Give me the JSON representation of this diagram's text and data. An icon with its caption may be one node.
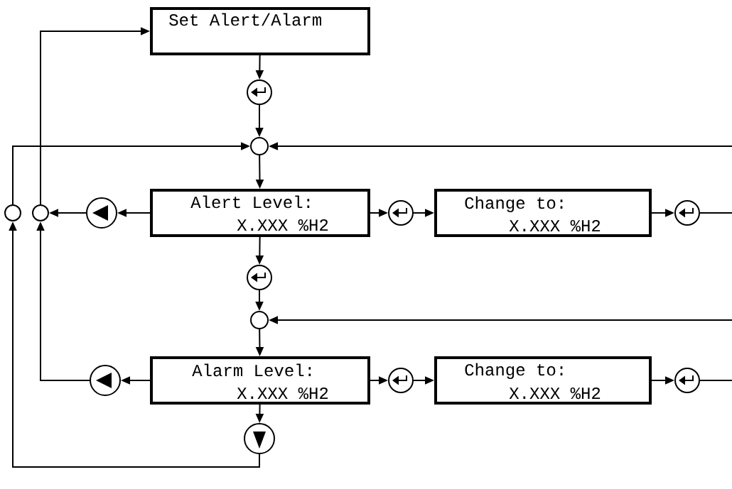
{
  "diagram": {
    "nodes": [
      {
        "text": [
          "Set Alert/Alarm"
        ]
      },
      {
        "text": [],
        "shape": "button"
      },
      {
        "text": [],
        "shape": "circle"
      },
      {
        "text": [
          "Alert Level:",
          "X.XXX %H2"
        ]
      },
      {
        "text": [],
        "shape": "button"
      },
      {
        "text": [],
        "shape": "circle"
      },
      {
        "text": [],
        "shape": "circle"
      },
      {
        "text": [],
        "shape": "button"
      },
      {
        "text": [],
        "shape": "circle"
      },
      {
        "text": [
          "Alarm Level:",
          "X.XXX %H2"
        ]
      },
      {
        "text": [],
        "shape": "button"
      },
      {
        "text": [],
        "shape": "button"
      },
      {
        "text": [],
        "shape": "button"
      },
      {
        "text": [
          "Change to:",
          "X.XXX %H2"
        ]
      },
      {
        "text": [],
        "shape": "button"
      },
      {
        "text": [],
        "shape": "button"
      },
      {
        "text": [
          "Change to:",
          "X.XXX %H2"
        ]
      },
      {
        "text": [],
        "shape": "button"
      }
    ],
    "edges": [
      {
        "from": 0,
        "to": 1,
        "arrow": "to"
      },
      {
        "from": 1,
        "to": 2,
        "arrow": "to"
      },
      {
        "from": 2,
        "to": 3,
        "arrow": "to"
      },
      {
        "from": 3,
        "to": 4,
        "arrow": "to"
      },
      {
        "from": 4,
        "to": 5,
        "arrow": "to"
      },
      {
        "from": 5,
        "to": 0,
        "arrow": "to"
      },
      {
        "from": 6,
        "to": 2,
        "arrow": "to"
      },
      {
        "from": 3,
        "to": 12,
        "arrow": "to"
      },
      {
        "from": 12,
        "to": 13,
        "arrow": "to"
      },
      {
        "from": 13,
        "to": 14,
        "arrow": "to"
      },
      {
        "from": 14,
        "to": null,
        "arrow": "none"
      },
      {
        "from": null,
        "to": 2,
        "arrow": "to"
      },
      {
        "from": 3,
        "to": 7,
        "arrow": "to"
      },
      {
        "from": 7,
        "to": 8,
        "arrow": "to"
      },
      {
        "from": 8,
        "to": 9,
        "arrow": "to"
      },
      {
        "from": 9,
        "to": 10,
        "arrow": "to"
      },
      {
        "from": 10,
        "to": 5,
        "arrow": "to"
      },
      {
        "from": 9,
        "to": 11,
        "arrow": "to"
      },
      {
        "from": 11,
        "to": 6,
        "arrow": "to"
      },
      {
        "from": 9,
        "to": 15,
        "arrow": "to"
      },
      {
        "from": 15,
        "to": 16,
        "arrow": "to"
      },
      {
        "from": 16,
        "to": 17,
        "arrow": "to"
      },
      {
        "from": 17,
        "to": null,
        "arrow": "none"
      },
      {
        "from": null,
        "to": 8,
        "arrow": "to"
      }
    ]
  }
}
